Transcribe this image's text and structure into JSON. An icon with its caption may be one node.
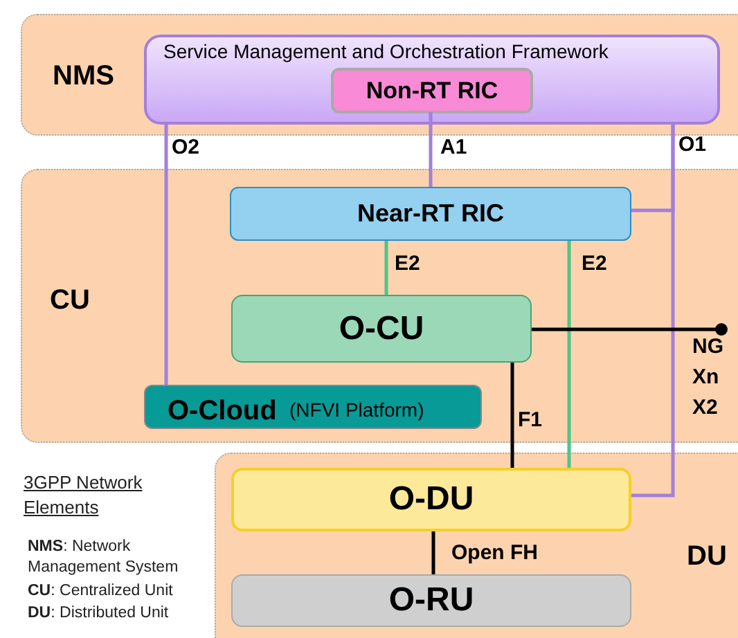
{
  "diagram": {
    "nodes": [
      {
        "text": [
          "NMS"
        ]
      },
      {
        "text": [
          "Service Management and Orchestration Framework"
        ],
        "in": 0
      },
      {
        "text": [
          "Non-RT RIC"
        ],
        "in": 1
      },
      {
        "text": [
          "CU"
        ]
      },
      {
        "text": [
          "Near-RT RIC"
        ],
        "in": 3
      },
      {
        "text": [
          "O-CU"
        ],
        "in": 3
      },
      {
        "text": [
          "O-Cloud",
          "(NFVI Platform)"
        ],
        "in": 3
      },
      {
        "text": [
          "DU"
        ]
      },
      {
        "text": [
          "O-DU"
        ],
        "in": 7
      },
      {
        "text": [
          "O-RU"
        ],
        "in": 7
      }
    ],
    "edges": [
      {
        "from": 1,
        "to": 6,
        "arrow": "none",
        "label": "O2",
        "color": "#a37fdb"
      },
      {
        "from": 2,
        "to": 4,
        "arrow": "none",
        "label": "A1",
        "color": "#a37fdb"
      },
      {
        "from": 1,
        "to": 4,
        "arrow": "none",
        "label": "O1",
        "color": "#a37fdb"
      },
      {
        "from": 1,
        "to": 8,
        "arrow": "none",
        "color": "#a37fdb"
      },
      {
        "from": 4,
        "to": 5,
        "arrow": "none",
        "label": "E2",
        "color": "#4fc48a"
      },
      {
        "from": 4,
        "to": 8,
        "arrow": "none",
        "label": "E2",
        "color": "#4fc48a"
      },
      {
        "from": 5,
        "to": 8,
        "arrow": "none",
        "label": "F1",
        "color": "#000000"
      },
      {
        "from": 8,
        "to": 9,
        "arrow": "none",
        "label": "Open FH",
        "color": "#000000"
      },
      {
        "from": 5,
        "to": null,
        "arrow": "other",
        "label": "NG Xn X2",
        "color": "#000000"
      }
    ],
    "labels": [
      "3GPP Network Elements",
      "**NMS**: Network Management System",
      "**CU**: Centralized Unit",
      "**DU**: Distributed Unit"
    ]
  }
}
